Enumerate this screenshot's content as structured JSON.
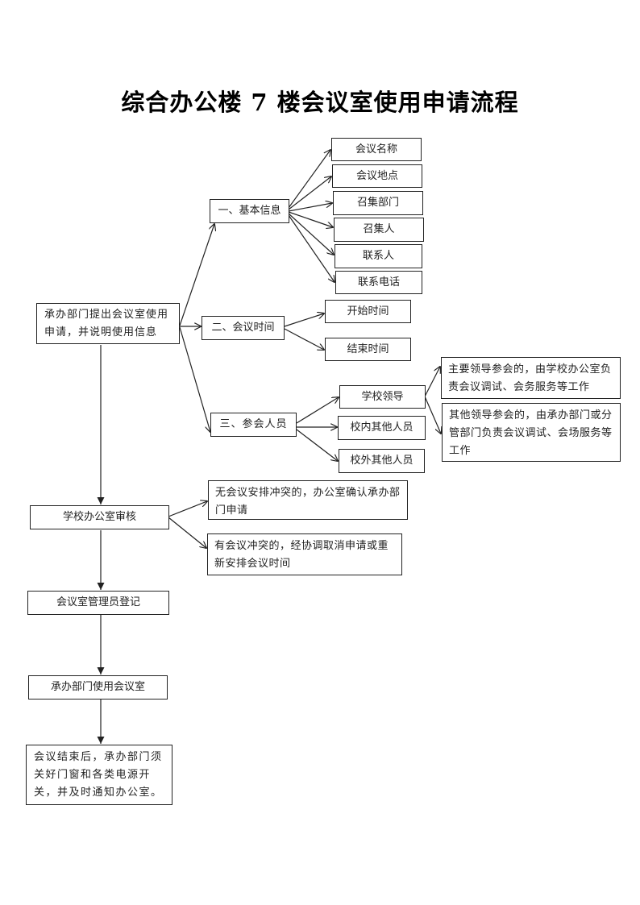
{
  "title": "综合办公楼 7 楼会议室使用申请流程",
  "start": "承办部门提出会议室使用申请，并说明使用信息",
  "branches": {
    "basic": {
      "label": "一、基本信息",
      "items": [
        "会议名称",
        "会议地点",
        "召集部门",
        "召集人",
        "联系人",
        "联系电话"
      ]
    },
    "time": {
      "label": "二、会议时间",
      "items": [
        "开始时间",
        "结束时间"
      ]
    },
    "attendees": {
      "label": "三、参会人员",
      "items": [
        "学校领导",
        "校内其他人员",
        "校外其他人员"
      ],
      "leader_notes": [
        "主要领导参会的，由学校办公室负责会议调试、会务服务等工作",
        "其他领导参会的，由承办部门或分管部门负责会议调试、会场服务等工作"
      ]
    }
  },
  "review": {
    "label": "学校办公室审核",
    "outcomes": [
      "无会议安排冲突的，办公室确认承办部门申请",
      "有会议冲突的，经协调取消申请或重新安排会议时间"
    ]
  },
  "steps": [
    "会议室管理员登记",
    "承办部门使用会议室",
    "会议结束后，承办部门须关好门窗和各类电源开关，并及时通知办公室。"
  ]
}
